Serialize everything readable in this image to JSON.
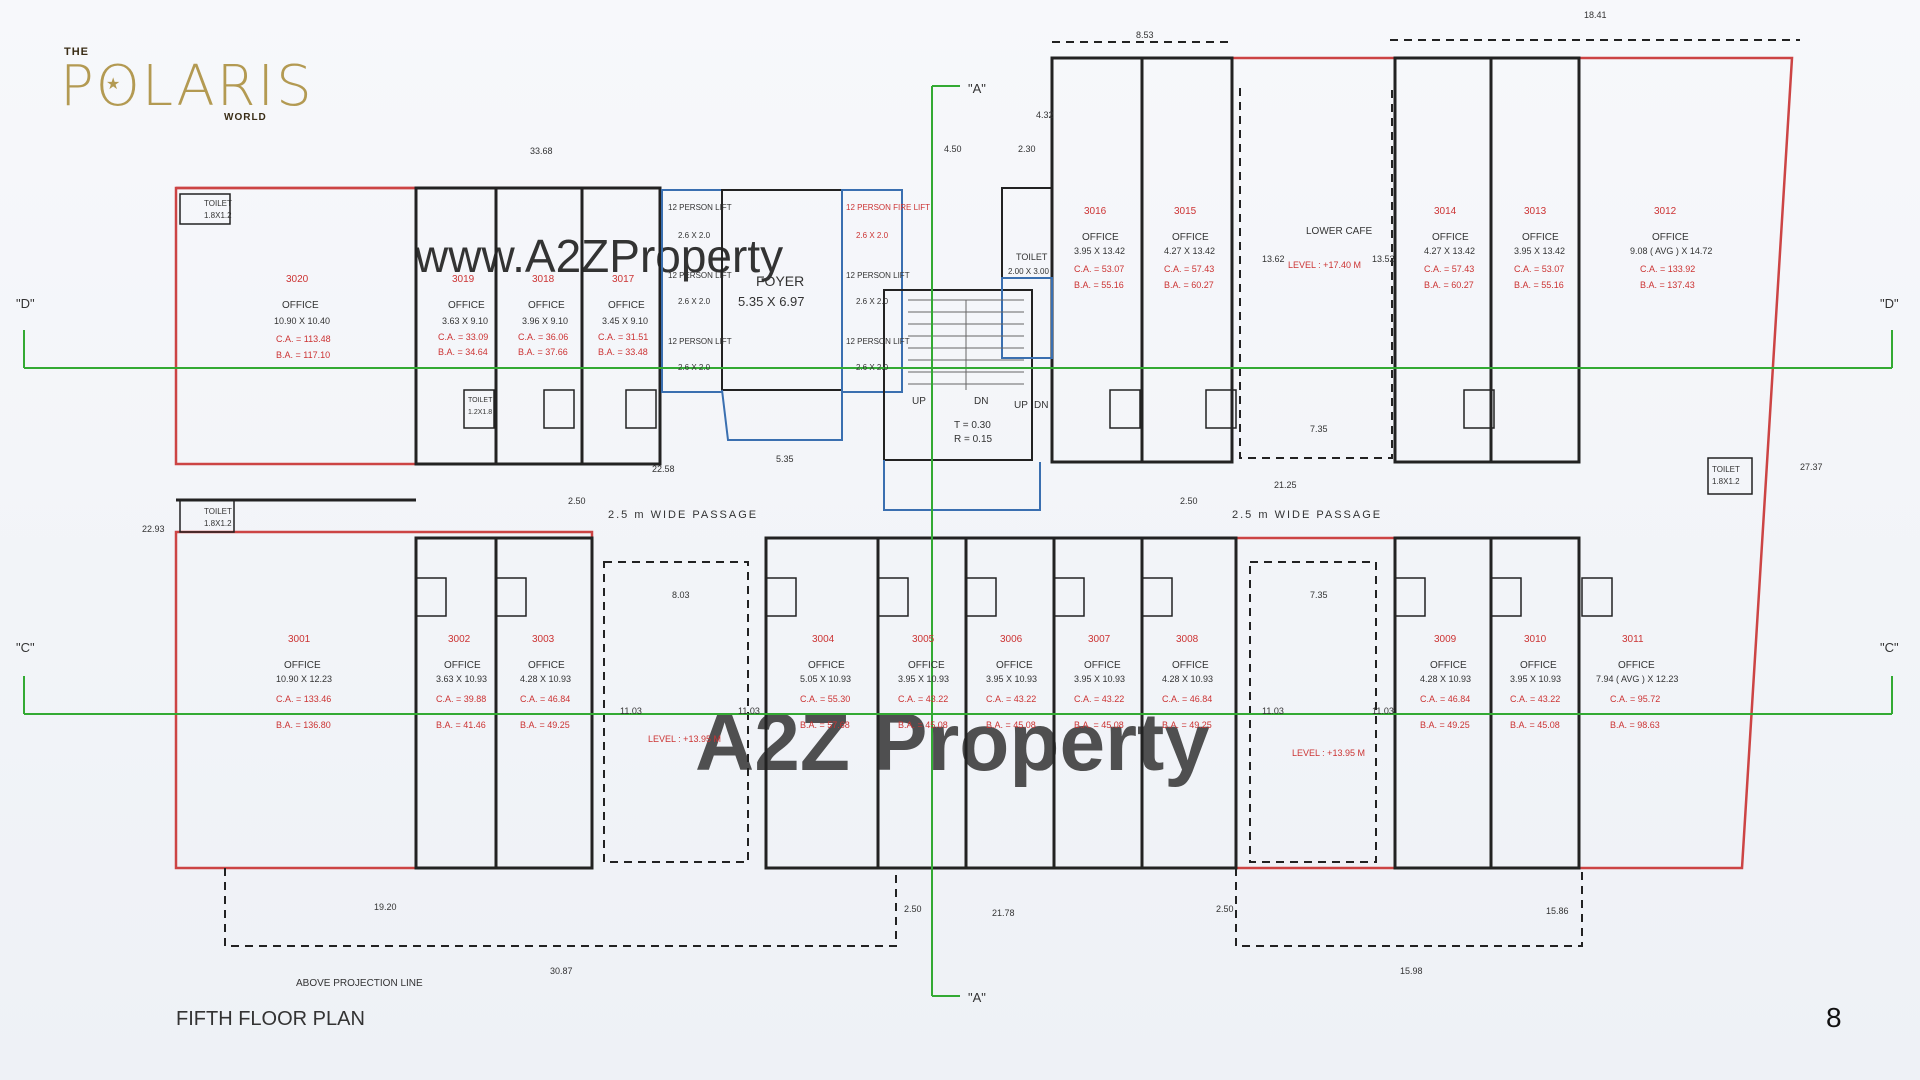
{
  "brand": {
    "the": "THE",
    "name": "POLARIS",
    "world": "WORLD"
  },
  "page": {
    "title": "FIFTH FLOOR PLAN",
    "number": "8"
  },
  "watermarks": {
    "top": "www.A2ZProperty",
    "center": "A2Z Property"
  },
  "grid": {
    "a_top": "\"A\"",
    "a_bottom": "\"A\"",
    "d_left": "\"D\"",
    "d_right": "\"D\"",
    "c_left": "\"C\"",
    "c_right": "\"C\""
  },
  "passages": {
    "left": "2.5 m WIDE PASSAGE",
    "right": "2.5 m WIDE PASSAGE"
  },
  "foyer": {
    "name": "FOYER",
    "size": "5.35 X 6.97"
  },
  "lifts": [
    {
      "name": "12 PERSON LIFT",
      "size": "2.6 X 2.0"
    },
    {
      "name": "12 PERSON LIFT",
      "size": "2.6 X 2.0"
    },
    {
      "name": "12 PERSON LIFT",
      "size": "2.6 X 2.0"
    },
    {
      "name": "12 PERSON FIRE LIFT",
      "size": "2.6 X 2.0"
    },
    {
      "name": "12 PERSON LIFT",
      "size": "2.6 X 2.0"
    },
    {
      "name": "12 PERSON LIFT",
      "size": "2.6 X 2.0"
    }
  ],
  "cafe": {
    "name": "LOWER CAFE",
    "level": "LEVEL : +17.40 M"
  },
  "levels": {
    "left": "LEVEL : +13.95 M",
    "right": "LEVEL : +13.95 M"
  },
  "stair": {
    "tread": "T = 0.30",
    "riser": "R = 0.15",
    "up1": "UP",
    "dn1": "DN",
    "up2": "UP",
    "dn2": "DN"
  },
  "toilet_central": {
    "name": "TOILET",
    "size": "2.00 X 3.00"
  },
  "projection": "ABOVE PROJECTION LINE",
  "top_offices": [
    {
      "no": "3020",
      "type": "OFFICE",
      "size": "10.90 X 10.40",
      "ca": "C.A. = 113.48",
      "ba": "B.A. = 117.10"
    },
    {
      "no": "3019",
      "type": "OFFICE",
      "size": "3.63 X 9.10",
      "ca": "C.A. = 33.09",
      "ba": "B.A. = 34.64"
    },
    {
      "no": "3018",
      "type": "OFFICE",
      "size": "3.96 X 9.10",
      "ca": "C.A. = 36.06",
      "ba": "B.A. = 37.66"
    },
    {
      "no": "3017",
      "type": "OFFICE",
      "size": "3.45 X 9.10",
      "ca": "C.A. = 31.51",
      "ba": "B.A. = 33.48"
    },
    {
      "no": "3016",
      "type": "OFFICE",
      "size": "3.95 X 13.42",
      "ca": "C.A. = 53.07",
      "ba": "B.A. = 55.16"
    },
    {
      "no": "3015",
      "type": "OFFICE",
      "size": "4.27 X 13.42",
      "ca": "C.A. = 57.43",
      "ba": "B.A. = 60.27"
    },
    {
      "no": "3014",
      "type": "OFFICE",
      "size": "4.27 X 13.42",
      "ca": "C.A. = 57.43",
      "ba": "B.A. = 60.27"
    },
    {
      "no": "3013",
      "type": "OFFICE",
      "size": "3.95 X 13.42",
      "ca": "C.A. = 53.07",
      "ba": "B.A. = 55.16"
    },
    {
      "no": "3012",
      "type": "OFFICE",
      "size": "9.08 ( AVG ) X 14.72",
      "ca": "C.A. = 133.92",
      "ba": "B.A. = 137.43"
    }
  ],
  "bottom_offices": [
    {
      "no": "3001",
      "type": "OFFICE",
      "size": "10.90 X 12.23",
      "ca": "C.A. = 133.46",
      "ba": "B.A. = 136.80"
    },
    {
      "no": "3002",
      "type": "OFFICE",
      "size": "3.63 X 10.93",
      "ca": "C.A. = 39.88",
      "ba": "B.A. = 41.46"
    },
    {
      "no": "3003",
      "type": "OFFICE",
      "size": "4.28 X 10.93",
      "ca": "C.A. = 46.84",
      "ba": "B.A. = 49.25"
    },
    {
      "no": "3004",
      "type": "OFFICE",
      "size": "5.05 X 10.93",
      "ca": "C.A. = 55.30",
      "ba": "B.A. = 57.68"
    },
    {
      "no": "3005",
      "type": "OFFICE",
      "size": "3.95 X 10.93",
      "ca": "C.A. = 43.22",
      "ba": "B.A. = 45.08"
    },
    {
      "no": "3006",
      "type": "OFFICE",
      "size": "3.95 X 10.93",
      "ca": "C.A. = 43.22",
      "ba": "B.A. = 45.08"
    },
    {
      "no": "3007",
      "type": "OFFICE",
      "size": "3.95 X 10.93",
      "ca": "C.A. = 43.22",
      "ba": "B.A. = 45.08"
    },
    {
      "no": "3008",
      "type": "OFFICE",
      "size": "4.28 X 10.93",
      "ca": "C.A. = 46.84",
      "ba": "B.A. = 49.25"
    },
    {
      "no": "3009",
      "type": "OFFICE",
      "size": "4.28 X 10.93",
      "ca": "C.A. = 46.84",
      "ba": "B.A. = 49.25"
    },
    {
      "no": "3010",
      "type": "OFFICE",
      "size": "3.95 X 10.93",
      "ca": "C.A. = 43.22",
      "ba": "B.A. = 45.08"
    },
    {
      "no": "3011",
      "type": "OFFICE",
      "size": "7.94 ( AVG ) X 12.23",
      "ca": "C.A. = 95.72",
      "ba": "B.A. = 98.63"
    }
  ],
  "toilet_labels": {
    "large": "TOILET",
    "large_size": "1.8X1.2",
    "small": "TOILET",
    "small_size": "1.2X1.8"
  },
  "dims": {
    "d1": "33.68",
    "d2": "8.53",
    "d3": "18.41",
    "d4": "4.50",
    "d5": "2.30",
    "d6": "4.32",
    "d7": "22.58",
    "d8": "5.35",
    "d9": "21.25",
    "d10": "22.93",
    "d11": "27.37",
    "d12": "19.20",
    "d13": "21.78",
    "d14": "15.86",
    "d15": "30.87",
    "d16": "15.98",
    "d17": "8.03",
    "d18": "7.35",
    "d19": "7.35",
    "d20": "13.62",
    "d21": "13.52",
    "d22": "11.03",
    "d23": "11.03",
    "d24": "11.03",
    "d25": "11.03",
    "d26": "2.50",
    "d27": "2.50",
    "d28": "2.50",
    "d29": "2.50"
  }
}
